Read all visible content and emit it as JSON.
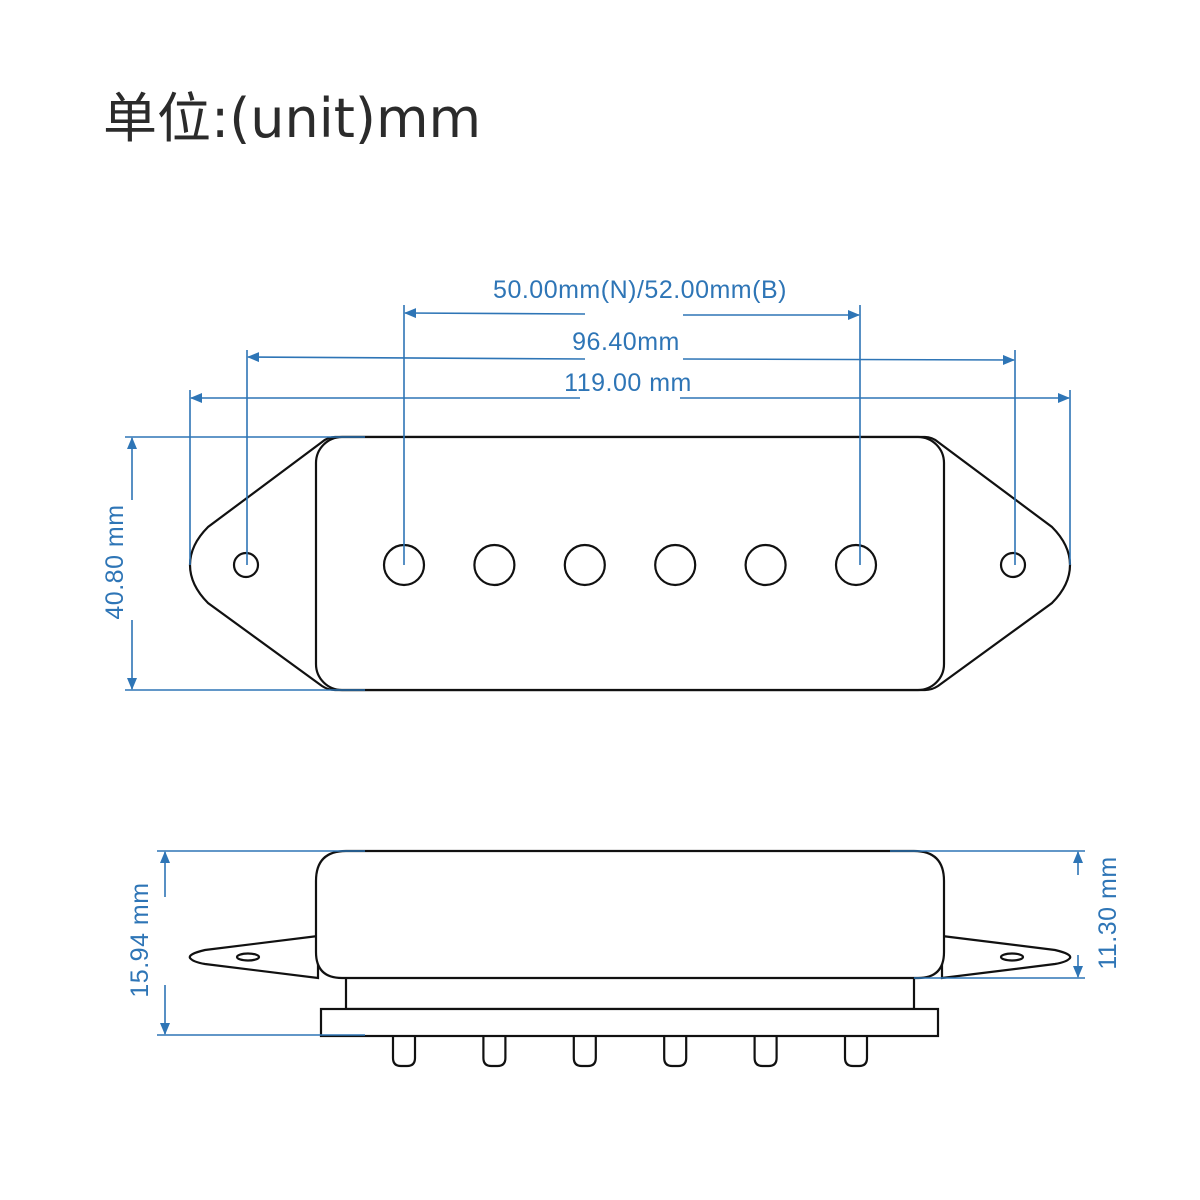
{
  "title": "单位:(unit)mm",
  "colors": {
    "dimension": "#2e75b6",
    "outline": "#111111",
    "title": "#2b2b2b"
  },
  "top_view": {
    "pole_spacing_label": "50.00mm(N)/52.00mm(B)",
    "mount_hole_spacing_label": "96.40mm",
    "overall_length_label": "119.00 mm",
    "width_label": "40.80 mm",
    "pole_count": 6
  },
  "side_view": {
    "overall_height_label": "15.94 mm",
    "cover_height_label": "11.30 mm",
    "pin_count": 6
  }
}
